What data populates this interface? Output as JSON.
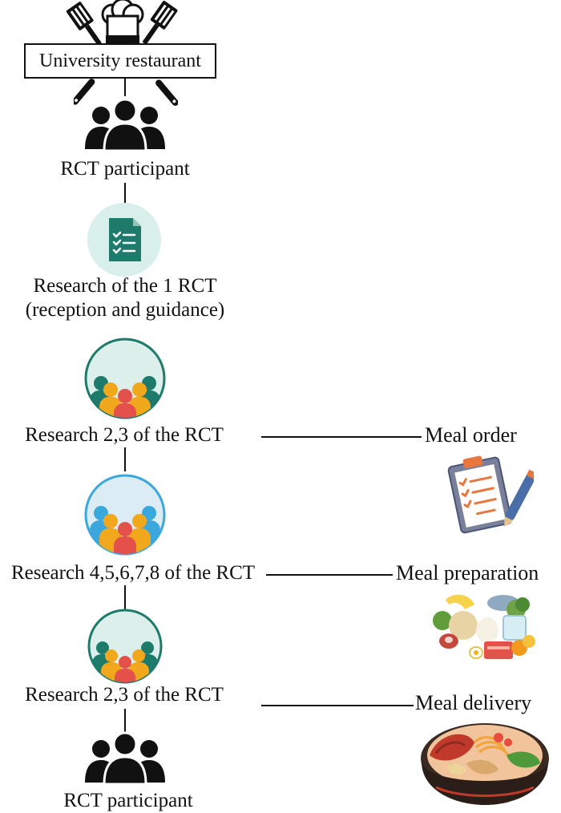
{
  "restaurant": {
    "label": "University restaurant"
  },
  "participants": {
    "top_label": "RCT participant",
    "bottom_label": "RCT participant"
  },
  "research_1": {
    "line1": "Research of the 1 RCT",
    "line2": "(reception and guidance)"
  },
  "research_2": {
    "label": "Research 2,3 of the RCT"
  },
  "research_3": {
    "label": "Research 4,5,6,7,8 of the RCT"
  },
  "research_4": {
    "label": "Research 2,3 of the RCT"
  },
  "stages": [
    {
      "label": "Meal order",
      "icon": "clipboard-checklist-icon"
    },
    {
      "label": "Meal preparation",
      "icon": "food-ingredients-icon"
    },
    {
      "label": "Meal delivery",
      "icon": "food-bowl-icon"
    }
  ],
  "colors": {
    "team_green": "#1e7a6b",
    "team_blue": "#3ba7dc",
    "team_orange": "#f2a81d",
    "team_red": "#e4514a",
    "circle_fill": "#dcefeb"
  }
}
